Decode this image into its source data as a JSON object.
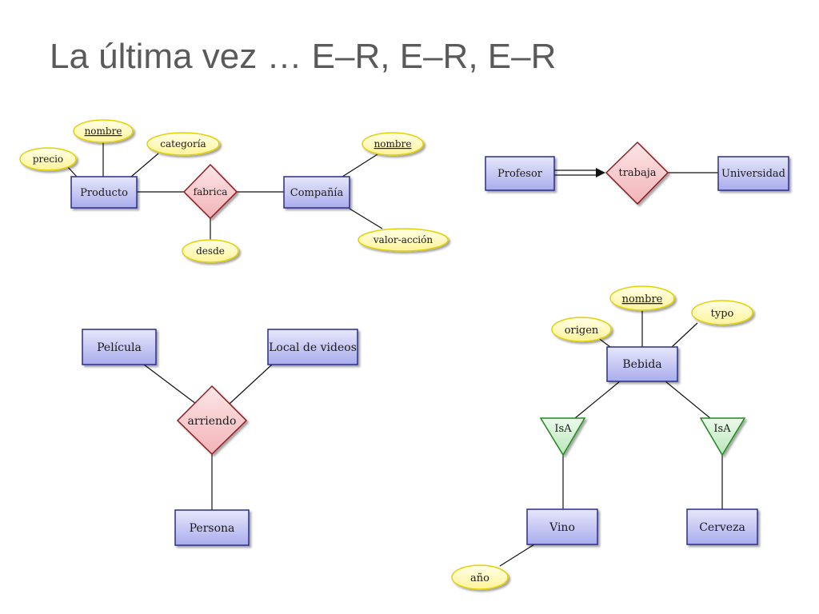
{
  "slide": {
    "title": "La última vez … E–R, E–R, E–R"
  },
  "colors": {
    "entity_fill": "#c9cbf3",
    "entity_stroke": "#2b2f8c",
    "relationship_fill": "#f6c9cc",
    "relationship_stroke": "#8c1c22",
    "attribute_fill": "#fffbc2",
    "attribute_stroke": "#e3d200",
    "isa_fill": "#d1f0d1",
    "isa_stroke": "#208a20",
    "line": "#111111",
    "title": "#5a5a5a"
  },
  "diagrams": {
    "producto_compania": {
      "entities": {
        "producto": "Producto",
        "compania": "Compañía"
      },
      "relationship": "fabrica",
      "attributes": {
        "producto_nombre": "nombre",
        "producto_precio": "precio",
        "producto_categoria": "categoría",
        "compania_nombre": "nombre",
        "compania_valor_accion": "valor-acción",
        "fabrica_desde": "desde"
      }
    },
    "profesor_universidad": {
      "entities": {
        "profesor": "Profesor",
        "universidad": "Universidad"
      },
      "relationship": "trabaja"
    },
    "arriendo": {
      "entities": {
        "pelicula": "Película",
        "local": "Local de videos",
        "persona": "Persona"
      },
      "relationship": "arriendo"
    },
    "bebida": {
      "entities": {
        "bebida": "Bebida",
        "vino": "Vino",
        "cerveza": "Cerveza"
      },
      "isa": {
        "left": "IsA",
        "right": "IsA"
      },
      "attributes": {
        "bebida_nombre": "nombre",
        "bebida_origen": "origen",
        "bebida_typo": "typo",
        "vino_ano": "año"
      }
    }
  }
}
